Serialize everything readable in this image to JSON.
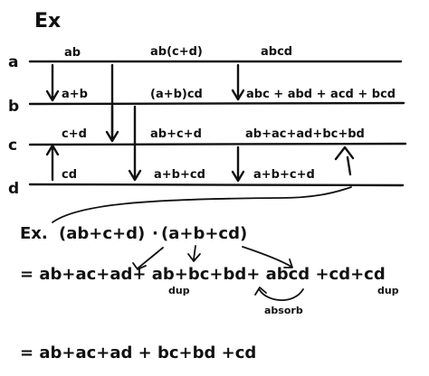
{
  "title": "Ex",
  "wires": {
    "a": "a",
    "b": "b",
    "c": "c",
    "d": "d"
  },
  "segments": {
    "a1": "ab",
    "a2": "ab(c+d)",
    "a3": "abcd",
    "b1": "a+b",
    "b2": "(a+b)cd",
    "b3": "abc + abd + acd + bcd",
    "c1": "c+d",
    "c2": "ab+c+d",
    "c3": "ab+ac+ad+bc+bd",
    "d1": "cd",
    "d2": "a+b+cd",
    "d3": "a+b+c+d"
  },
  "equations": {
    "expr_prefix": "Ex.",
    "expr_left": "(ab+c+d)",
    "expr_dot": "·",
    "expr_right": "(a+b+cd)",
    "line2": "= ab+ac+ad+ ab+bc+bd+ abcd +cd+cd",
    "dup1": "dup",
    "dup2": "dup",
    "absorb": "absorb",
    "line3": "= ab+ac+ad + bc+bd +cd"
  },
  "colors": {
    "ink": "#111111",
    "paper": "#ffffff"
  }
}
